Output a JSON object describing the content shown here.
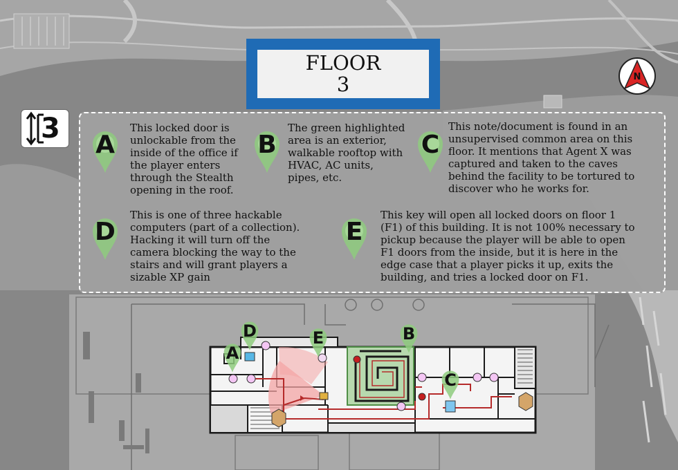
{
  "header": {
    "title_line1": "FLOOR",
    "title_line2": "3"
  },
  "floor_badge": {
    "icon": "elevation-icon",
    "number": "3"
  },
  "compass": {
    "letter": "N",
    "icon": "compass-north-icon"
  },
  "legend": {
    "A": {
      "letter": "A",
      "lines": [
        "This locked door is",
        "unlockable from the",
        "inside of the office if",
        "the player enters",
        "through the Stealth",
        "opening in the roof."
      ]
    },
    "B": {
      "letter": "B",
      "lines": [
        "The green highlighted",
        "area is an exterior,",
        "walkable rooftop with",
        "HVAC, AC units,",
        "pipes, etc."
      ]
    },
    "C": {
      "letter": "C",
      "lines": [
        "This note/document is found in an",
        "unsupervised common area on this",
        "floor. It mentions that Agent X was",
        "captured and taken to the caves",
        "behind the facility to be tortured to",
        "discover who he works for."
      ]
    },
    "D": {
      "letter": "D",
      "lines": [
        "This is one of three hackable",
        "computers (part of a collection).",
        "Hacking it will turn off the",
        "camera blocking the way to the",
        "stairs and will grant players a",
        "sizable XP gain"
      ]
    },
    "E": {
      "letter": "E",
      "lines": [
        "This key will open all locked doors on floor 1",
        "(F1) of this building. It is not 100% necessary to",
        "pickup because the player will be able to open",
        "F1 doors from the inside, but it is here in the",
        "edge case that a player picks it up, exits the",
        "building, and tries a locked door on F1."
      ]
    }
  },
  "map_markers": {
    "A": "A",
    "B": "B",
    "C": "C",
    "D": "D",
    "E": "E"
  },
  "colors": {
    "frame_blue": "#1f6bb5",
    "pin_green": "#8ecb7e",
    "rooftop_green": "#b7d9ae",
    "route_red": "#b52a2a",
    "camera_cone": "#f4a5a5",
    "compass_red": "#d92424"
  }
}
